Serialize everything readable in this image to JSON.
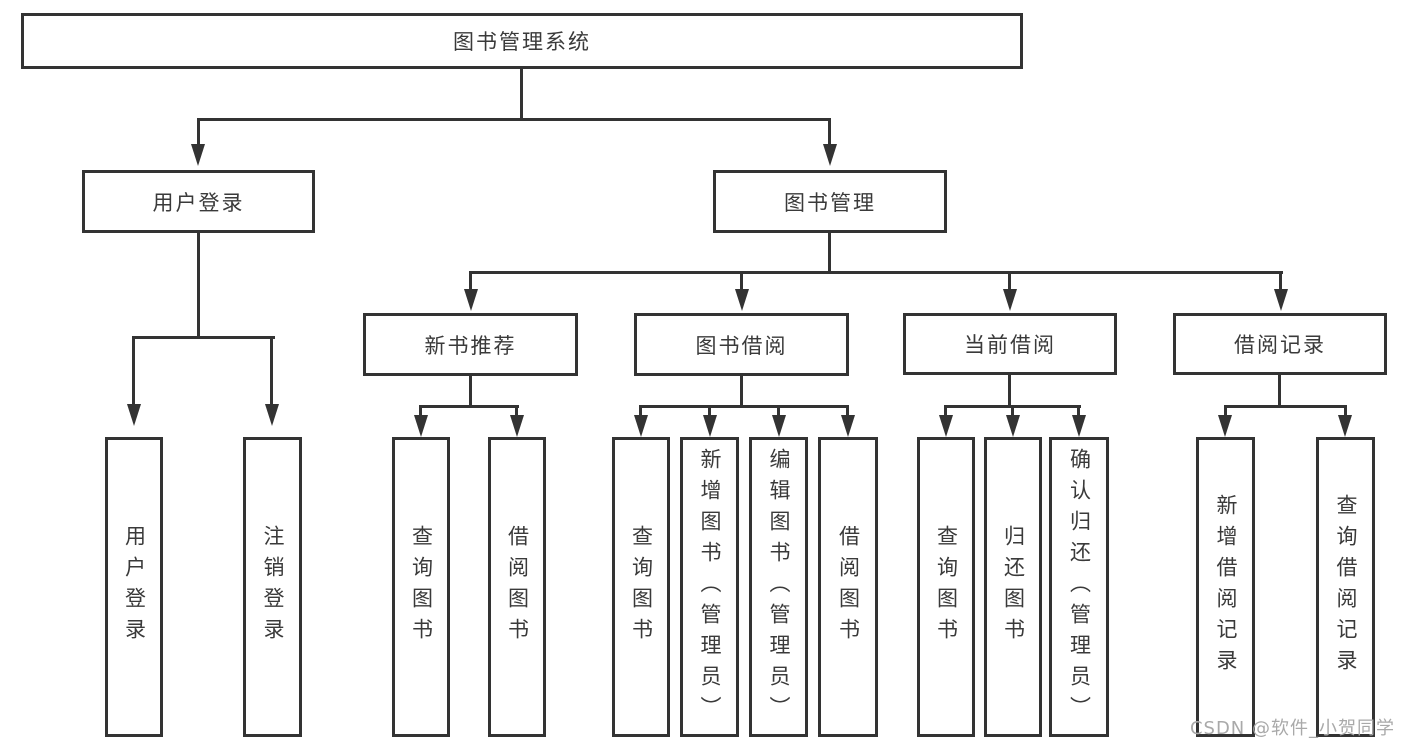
{
  "diagram": {
    "root": {
      "label": "图书管理系统"
    },
    "branches": [
      {
        "label": "用户登录",
        "children": [
          {
            "label": "用户登录"
          },
          {
            "label": "注销登录"
          }
        ]
      },
      {
        "label": "图书管理",
        "children": [
          {
            "label": "新书推荐",
            "children": [
              {
                "label": "查询图书"
              },
              {
                "label": "借阅图书"
              }
            ]
          },
          {
            "label": "图书借阅",
            "children": [
              {
                "label": "查询图书"
              },
              {
                "label": "新增图书（管理员）"
              },
              {
                "label": "编辑图书（管理员）"
              },
              {
                "label": "借阅图书"
              }
            ]
          },
          {
            "label": "当前借阅",
            "children": [
              {
                "label": "查询图书"
              },
              {
                "label": "归还图书"
              },
              {
                "label": "确认归还（管理员）"
              }
            ]
          },
          {
            "label": "借阅记录",
            "children": [
              {
                "label": "新增借阅记录"
              },
              {
                "label": "查询借阅记录"
              }
            ]
          }
        ]
      }
    ]
  },
  "watermark": {
    "text": "CSDN @软件_小贺同学"
  },
  "colors": {
    "line": "#333333",
    "text": "#3a3a3a",
    "watermark": "#a9a9a9",
    "background": "#ffffff"
  }
}
